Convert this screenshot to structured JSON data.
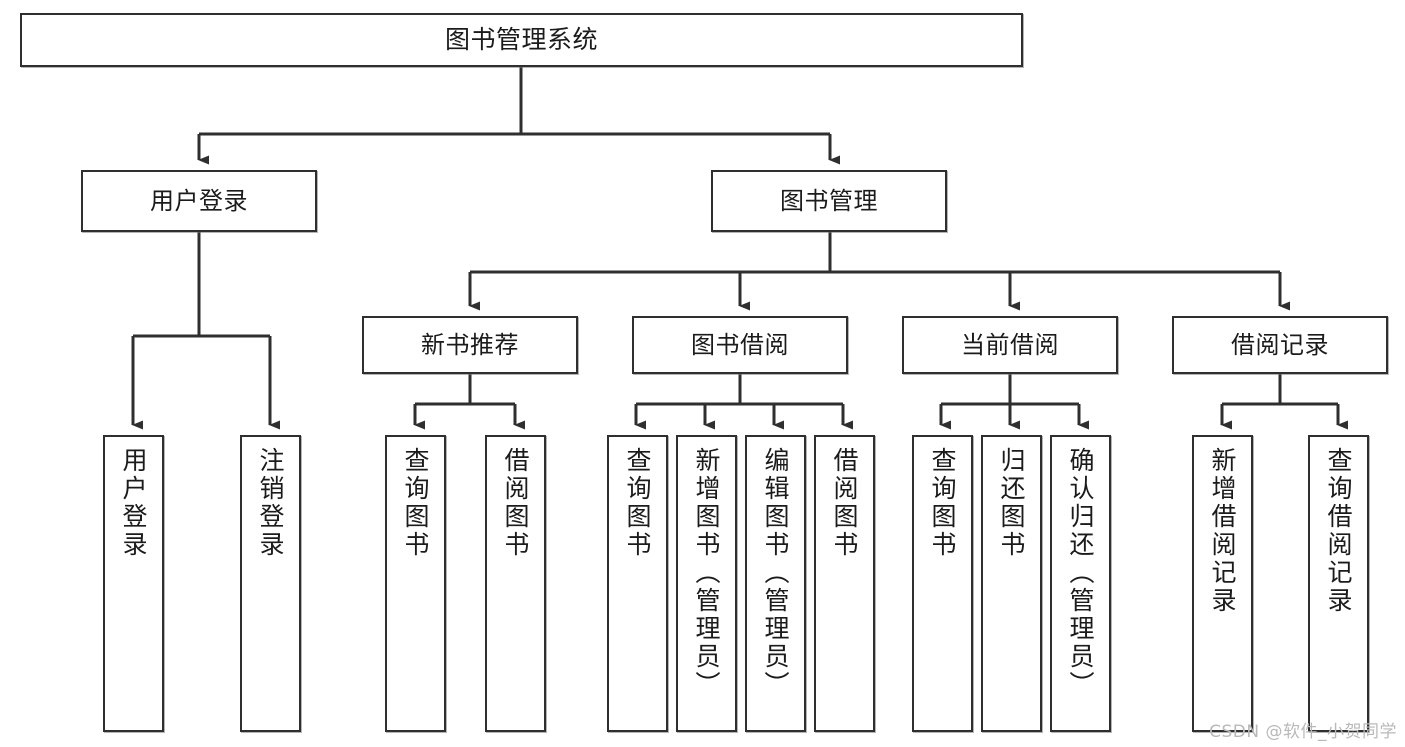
{
  "diagram": {
    "title": "图书管理系统",
    "type": "tree",
    "watermark": "CSDN @软件_小贺同学",
    "colors": {
      "border": "#2f2f2f",
      "background": "#ffffff",
      "text": "#1b1b1b",
      "watermark": "#b9b9b9"
    },
    "nodes": {
      "root": {
        "label": "图书管理系统"
      },
      "level2": [
        {
          "label": "用户登录"
        },
        {
          "label": "图书管理"
        }
      ],
      "level3": [
        {
          "label": "新书推荐"
        },
        {
          "label": "图书借阅"
        },
        {
          "label": "当前借阅"
        },
        {
          "label": "借阅记录"
        }
      ],
      "leaves": {
        "user_login": [
          {
            "label": "用户登录"
          },
          {
            "label": "注销登录"
          }
        ],
        "new_book_recommend": [
          {
            "label": "查询图书"
          },
          {
            "label": "借阅图书"
          }
        ],
        "book_borrow": [
          {
            "label": "查询图书"
          },
          {
            "label": "新增图书（管理员）"
          },
          {
            "label": "编辑图书（管理员）"
          },
          {
            "label": "借阅图书"
          }
        ],
        "current_borrow": [
          {
            "label": "查询图书"
          },
          {
            "label": "归还图书"
          },
          {
            "label": "确认归还（管理员）"
          }
        ],
        "borrow_record": [
          {
            "label": "新增借阅记录"
          },
          {
            "label": "查询借阅记录"
          }
        ]
      }
    }
  }
}
